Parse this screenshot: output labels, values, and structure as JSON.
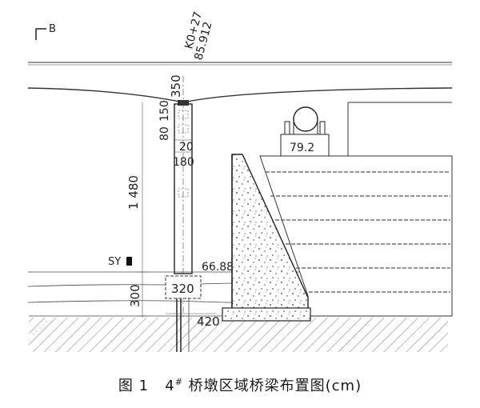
{
  "section_marker": "B",
  "station": "K0+27",
  "elevation_top": "85.912",
  "dims": {
    "d350": "350",
    "d80": "80",
    "d150": "150",
    "d20": "20",
    "d180": "180",
    "d1480": "1 480",
    "d300": "300",
    "d320": "320",
    "d420": "420",
    "d79_2": "79.2"
  },
  "water_level_label": "SY",
  "elevation_label": "66.882",
  "caption": {
    "figure_no": "图 1",
    "pier_no": "4",
    "pier_mark": "#",
    "title": "桥墩区域桥梁布置图(cm)"
  }
}
